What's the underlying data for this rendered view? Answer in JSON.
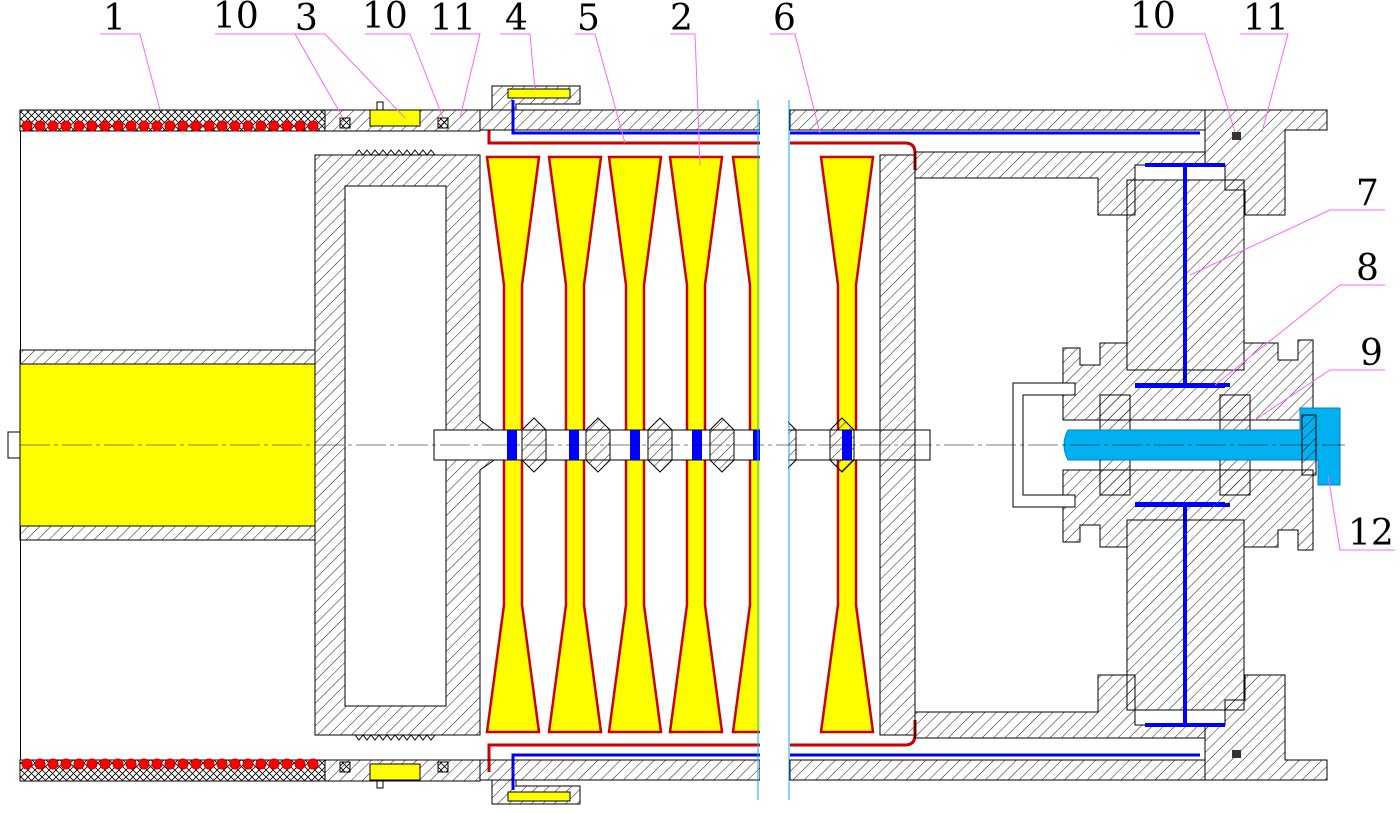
{
  "callouts": [
    {
      "id": "c1",
      "text": "1"
    },
    {
      "id": "c10a",
      "text": "10"
    },
    {
      "id": "c3",
      "text": "3"
    },
    {
      "id": "c10b",
      "text": "10"
    },
    {
      "id": "c11a",
      "text": "11"
    },
    {
      "id": "c4",
      "text": "4"
    },
    {
      "id": "c5",
      "text": "5"
    },
    {
      "id": "c2",
      "text": "2"
    },
    {
      "id": "c6",
      "text": "6"
    },
    {
      "id": "c10c",
      "text": "10"
    },
    {
      "id": "c11b",
      "text": "11"
    },
    {
      "id": "c7",
      "text": "7"
    },
    {
      "id": "c8",
      "text": "8"
    },
    {
      "id": "c9",
      "text": "9"
    },
    {
      "id": "c12",
      "text": "12"
    }
  ],
  "colors": {
    "yellow": "#ffff00",
    "red": "#ff0000",
    "dark_red": "#cc0000",
    "blue": "#0000ff",
    "cyan": "#00b0f0",
    "leader": "#ff66ff",
    "outline": "#000000"
  }
}
